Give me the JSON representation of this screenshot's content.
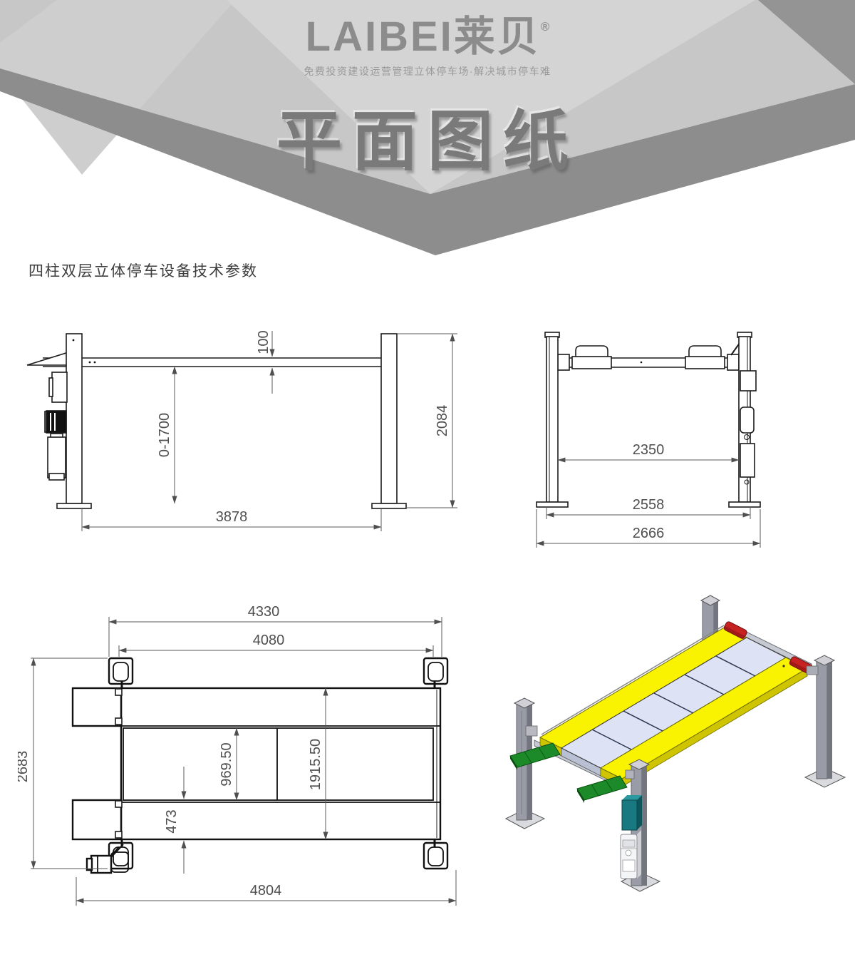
{
  "header": {
    "logo_text": "LAIBEI莱贝",
    "reg_mark": "®",
    "tagline": "免费投资建设运营管理立体停车场·解决城市停车难",
    "title": "平面图纸",
    "colors": {
      "surface_base": "#c7c7c7",
      "surface_light": "#d4d4d4",
      "surface_band": "#cecece",
      "edge_dark": "#8d8d8d",
      "corner_dark": "#949494"
    }
  },
  "section_title": "四柱双层立体停车设备技术参数",
  "drawings": {
    "side_view": {
      "label": "side-elevation-view",
      "dims": {
        "platform_thickness": "100",
        "lift_height_range": "0-1700",
        "overall_height": "2084",
        "post_clear_span": "3878"
      }
    },
    "front_view": {
      "label": "front-elevation-view",
      "dims": {
        "inner_clear_width": "2350",
        "post_outer_width": "2558",
        "overall_width": "2666"
      }
    },
    "plan_view": {
      "label": "top-plan-view",
      "dims": {
        "platform_length_outer": "4330",
        "platform_length_inner": "4080",
        "overall_width": "2683",
        "runway_offset": "969.50",
        "platform_width": "1915.50",
        "runway_width": "473",
        "overall_length": "4804"
      }
    },
    "iso_view": {
      "label": "3d-isometric-view",
      "colors": {
        "runway_yellow": "#f9f200",
        "runway_side_yellow": "#cfc400",
        "deck_panel": "#dde3f4",
        "panel_line": "#2c3550",
        "ramp_green": "#1c8a28",
        "stop_red": "#c62222",
        "motor_teal": "#187a80",
        "post_gray": "#999ca6",
        "post_side_gray": "#73767e",
        "base_gray": "#d9dade"
      }
    }
  }
}
